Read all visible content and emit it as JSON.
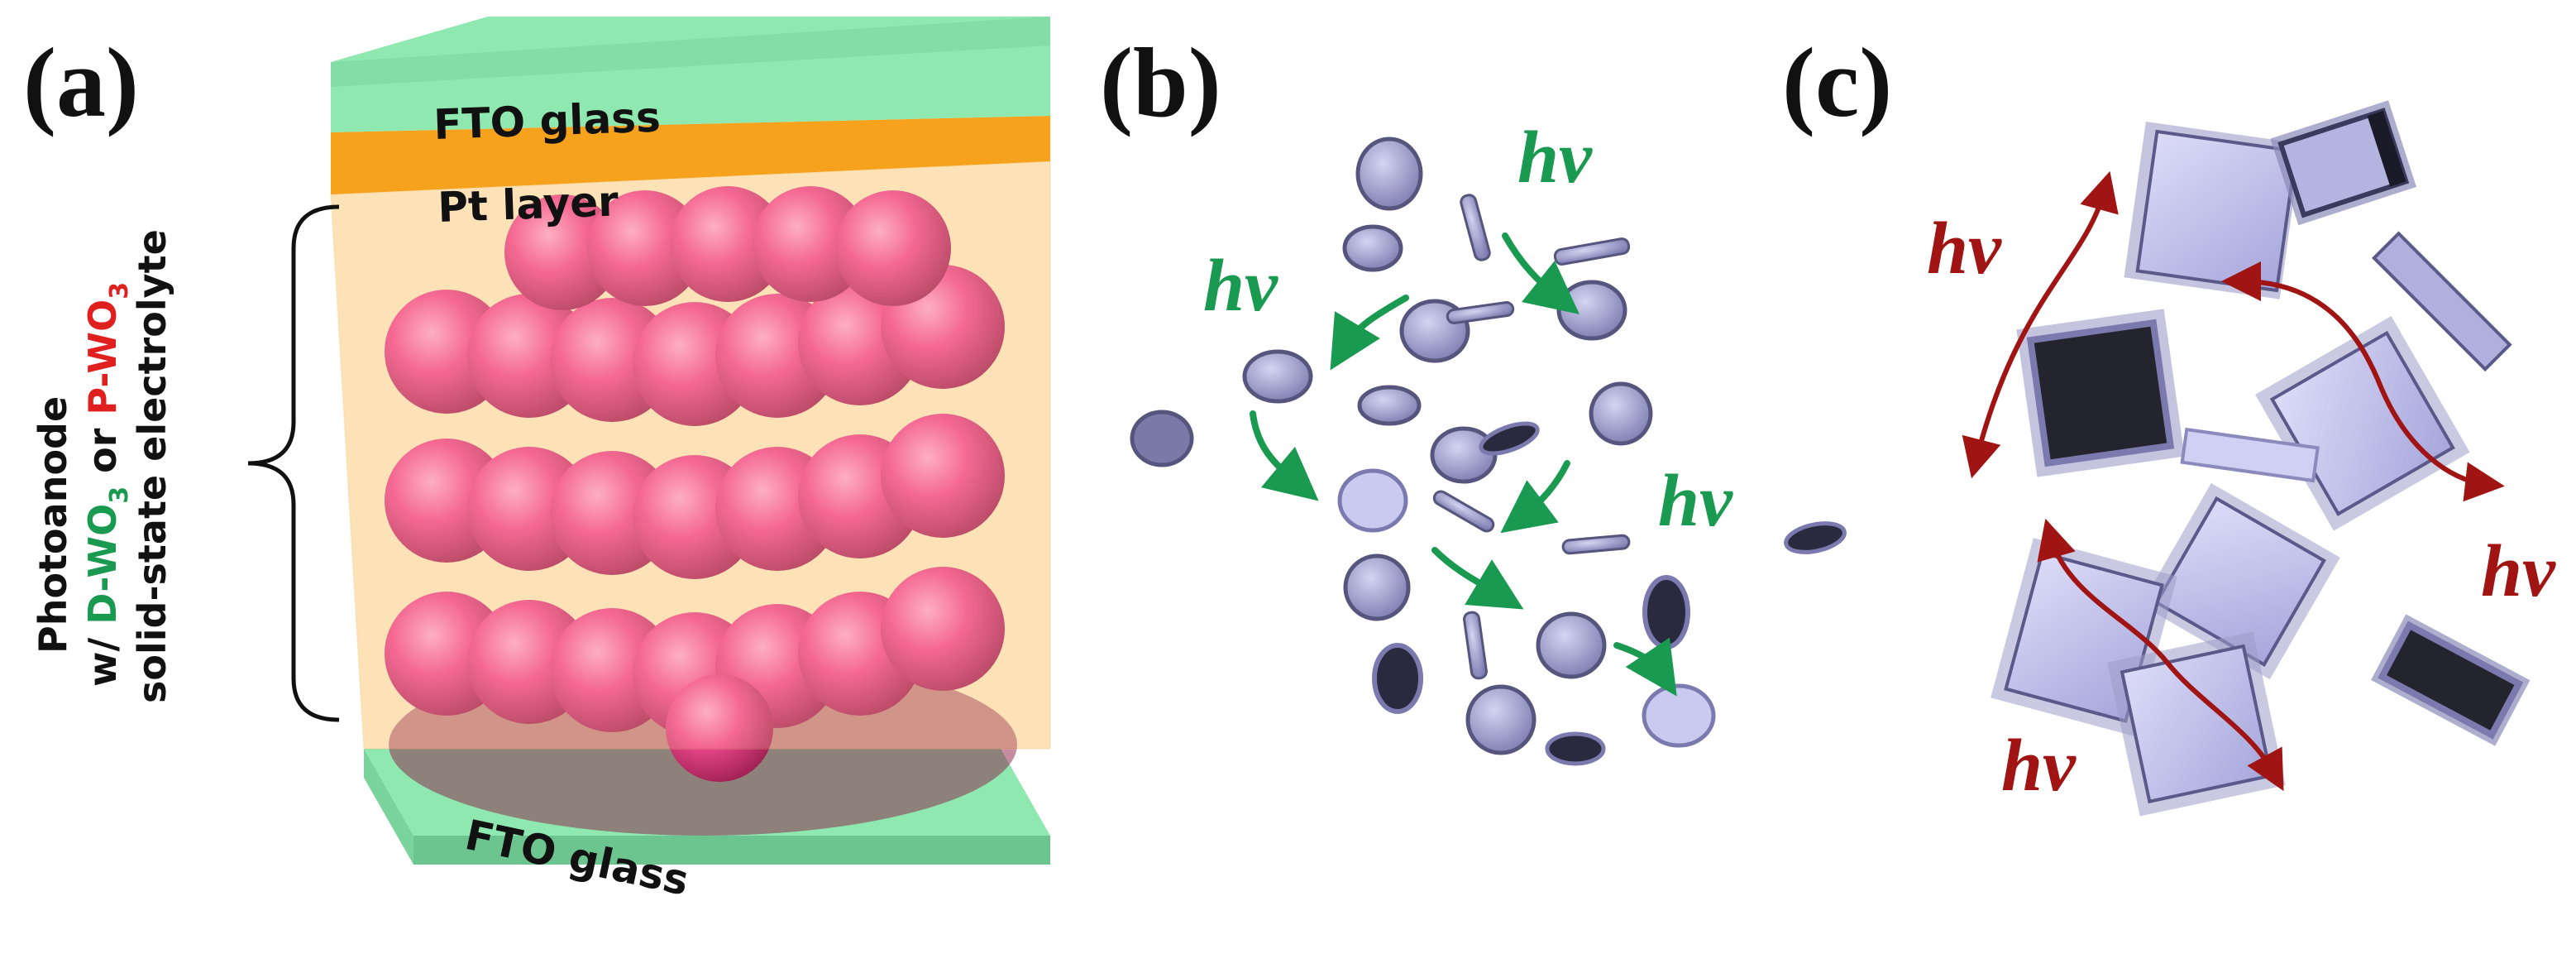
{
  "panels": {
    "a": {
      "label": "(a)",
      "top_glass": "FTO glass",
      "pt_layer": "Pt layer",
      "bottom_glass": "FTO glass",
      "side_label": {
        "line1": "Photoanode",
        "line2_prefix": "w/ ",
        "line2_d": "D-WO",
        "line2_d_sub": "3",
        "line2_or": " or ",
        "line2_p": "P-WO",
        "line2_p_sub": "3",
        "line3": "solid-state electrolyte"
      }
    },
    "b": {
      "label": "(b)",
      "hv_labels": [
        "hv",
        "hv",
        "hv"
      ]
    },
    "c": {
      "label": "(c)",
      "hv_labels": [
        "hv",
        "hv",
        "hv"
      ]
    }
  },
  "colors": {
    "fto": "#8fe8b0",
    "pt": "#f6a21c",
    "electrolyte": "#fbd9a0",
    "sphere": "#ff3c8c",
    "disc": "#9a9ac8",
    "arrow_green": "#1a9a50",
    "arrow_red": "#a01414",
    "text_green": "#1a9a50",
    "text_red": "#e0201f"
  }
}
